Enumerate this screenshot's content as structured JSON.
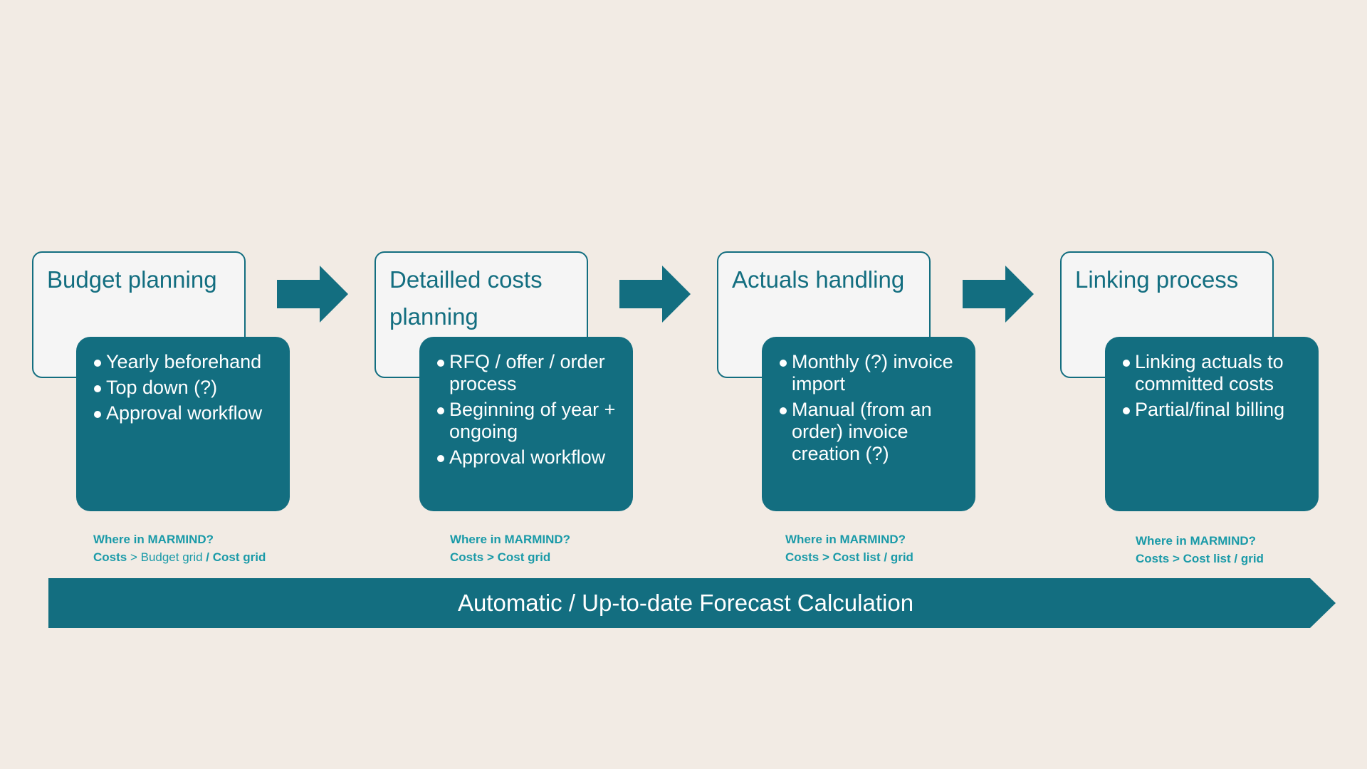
{
  "steps": [
    {
      "title": "Budget planning",
      "bullets": [
        "Yearly beforehand",
        "Top down (?)",
        "Approval workflow"
      ],
      "where_heading": "Where in MARMIND?",
      "where_path_a": "Costs",
      "where_path_sep": " > ",
      "where_path_b": "Budget grid",
      "where_path_c": " / Cost grid"
    },
    {
      "title": "Detailled costs planning",
      "bullets": [
        "RFQ / offer / order process",
        "Beginning of year + ongoing",
        "Approval workflow"
      ],
      "where_heading": "Where in MARMIND?",
      "where_path": "Costs > Cost grid"
    },
    {
      "title": "Actuals handling",
      "bullets": [
        "Monthly (?) invoice import",
        "Manual (from an order) invoice creation (?)"
      ],
      "where_heading": "Where in MARMIND?",
      "where_path": "Costs > Cost list / grid"
    },
    {
      "title": "Linking process",
      "bullets": [
        "Linking actuals to committed costs",
        "Partial/final billing"
      ],
      "where_heading": "Where in MARMIND?",
      "where_path": "Costs > Cost list / grid"
    }
  ],
  "banner": {
    "label": "Automatic / Up-to-date Forecast Calculation"
  },
  "colors": {
    "background": "#f2ebe4",
    "teal": "#136e80",
    "title_box": "#f5f5f5",
    "where_text": "#1a9aa8"
  }
}
